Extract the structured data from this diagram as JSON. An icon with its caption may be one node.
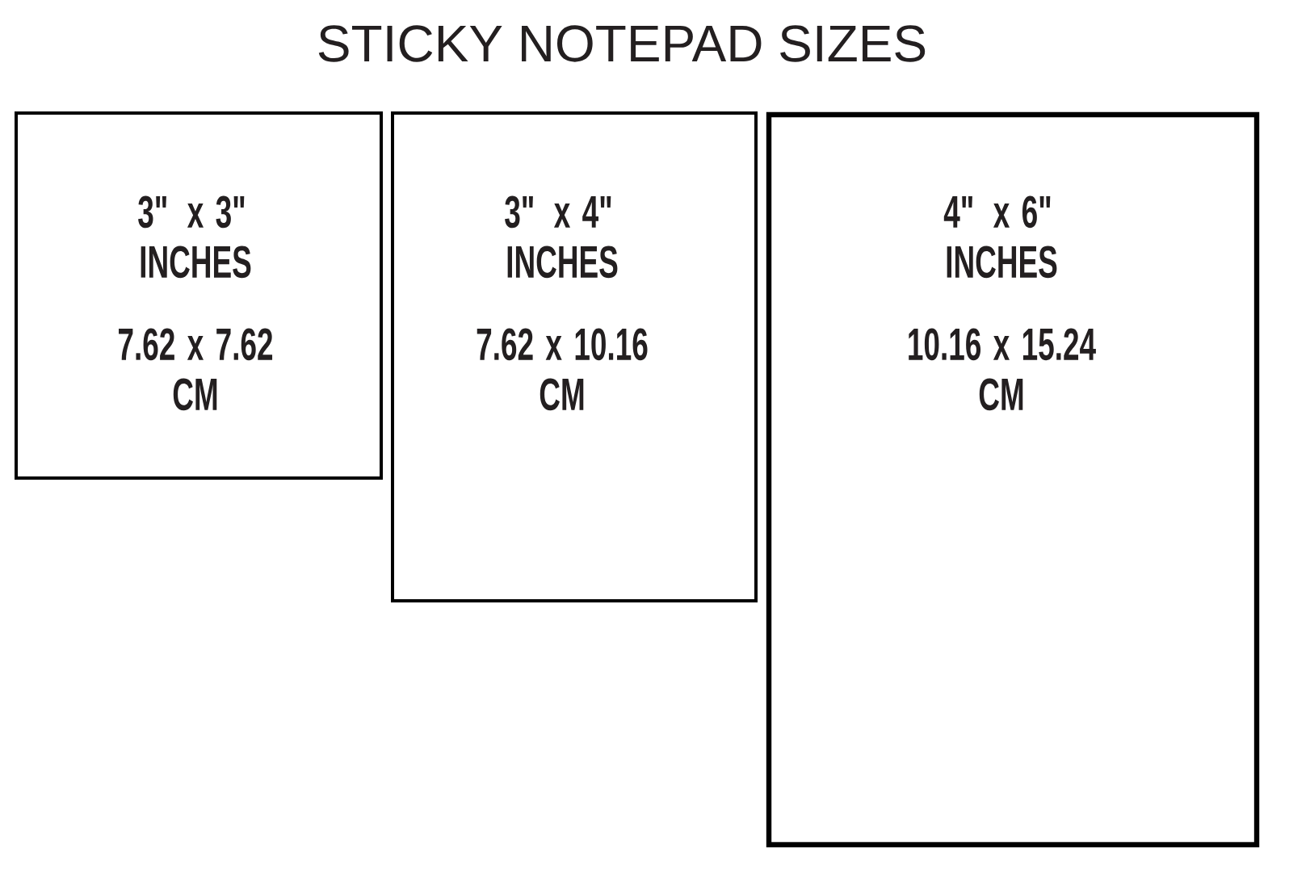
{
  "diagram": {
    "title": "STICKY NOTEPAD SIZES",
    "nodes": [
      {
        "text": [
          "3\" x 3\" INCHES",
          "7.62 x 7.62 CM"
        ]
      },
      {
        "text": [
          "3\" x 4\" INCHES",
          "7.62 x 10.16 CM"
        ]
      },
      {
        "text": [
          "4\" x 6\" INCHES",
          "10.16 x 15.24 CM"
        ]
      }
    ]
  }
}
